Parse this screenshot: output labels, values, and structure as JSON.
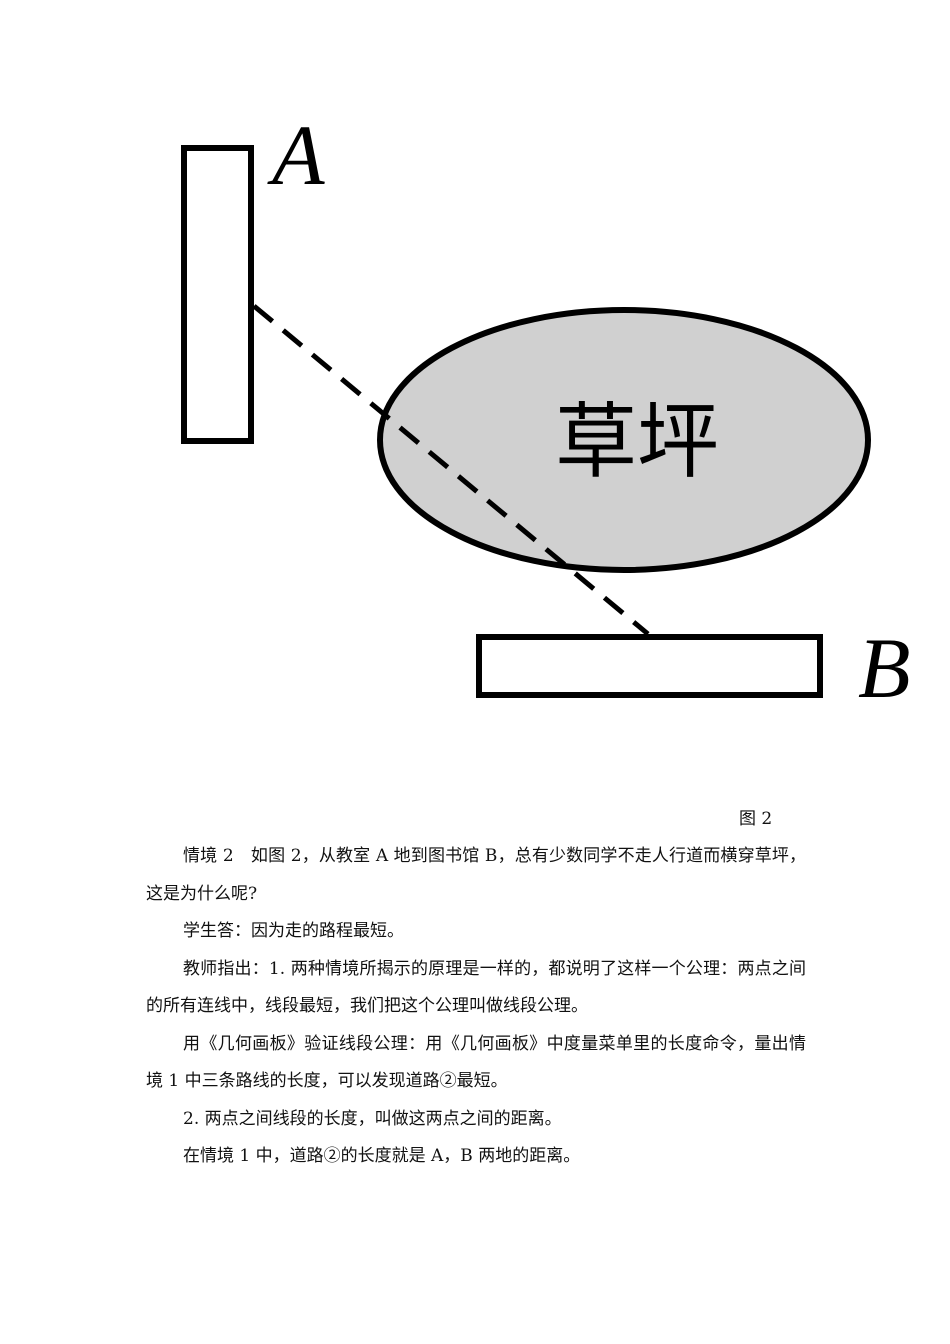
{
  "figure": {
    "label_a": "A",
    "label_b": "B",
    "lawn_label": "草坪",
    "lawn_fill": "#d0d0d0",
    "stroke_color": "#000000",
    "caption": "图 2"
  },
  "paragraphs": [
    "情境 2　如图 2，从教室 A 地到图书馆 B，总有少数同学不走人行道而横穿草坪，这是为什么呢?",
    "学生答：因为走的路程最短。",
    "教师指出：1. 两种情境所揭示的原理是一样的，都说明了这样一个公理：两点之间的所有连线中，线段最短，我们把这个公理叫做线段公理。",
    "用《几何画板》验证线段公理：用《几何画板》中度量菜单里的长度命令，量出情境 1 中三条路线的长度，可以发现道路②最短。",
    "2. 两点之间线段的长度，叫做这两点之间的距离。",
    "在情境 1 中，道路②的长度就是 A，B 两地的距离。"
  ]
}
